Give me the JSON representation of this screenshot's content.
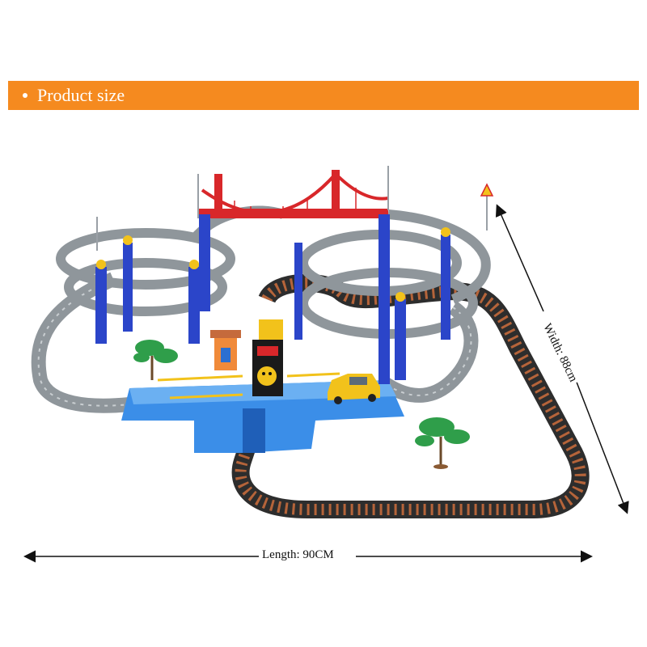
{
  "banner": {
    "title": "Product size",
    "color": "#f58a1f"
  },
  "dimensions": {
    "length_label": "Length: 90CM",
    "width_label": "Width: 88cm"
  },
  "colors": {
    "track_gray": "#8f969b",
    "rail_dark": "#2d2d2d",
    "sleeper_brown": "#b5643a",
    "pillar_blue": "#2b45c9",
    "base_blue": "#3b8ee8",
    "bridge_red": "#d8272a",
    "car_yellow": "#f2c21b",
    "tree_green": "#2f9e4a"
  },
  "icons": {
    "bullet": "bullet-dot-icon"
  }
}
